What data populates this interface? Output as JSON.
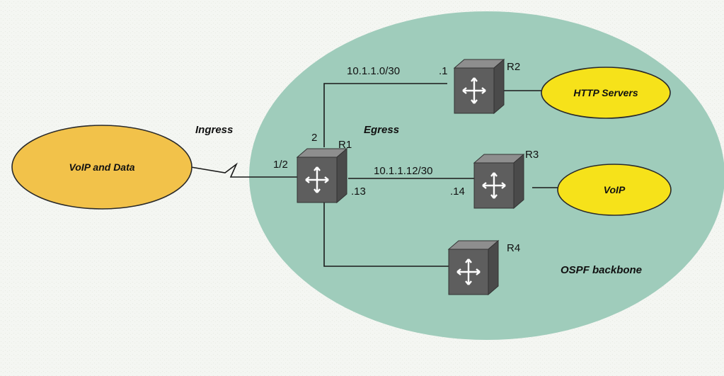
{
  "colors": {
    "background": "#f4f6f2",
    "backbone_fill": "#9fccbb",
    "voip_data_fill": "#f2c24a",
    "server_fill": "#f6e21a",
    "router_dark": "#5a5a5a",
    "router_light": "#8e8e8e"
  },
  "labels": {
    "ingress": "Ingress",
    "egress": "Egress",
    "backbone": "OSPF backbone"
  },
  "networks": {
    "voip_and_data": "VoIP and Data",
    "http_servers": "HTTP Servers",
    "voip": "VoIP"
  },
  "routers": {
    "r1": "R1",
    "r2": "R2",
    "r3": "R3",
    "r4": "R4"
  },
  "links": {
    "r1_r2_subnet": "10.1.1.0/30",
    "r1_r3_subnet": "10.1.1.12/30",
    "r2_port": ".1",
    "r1_port_to_r2": "2",
    "r1_ingress_port": "1/2",
    "r1_port_to_r3": ".13",
    "r3_port": ".14"
  }
}
